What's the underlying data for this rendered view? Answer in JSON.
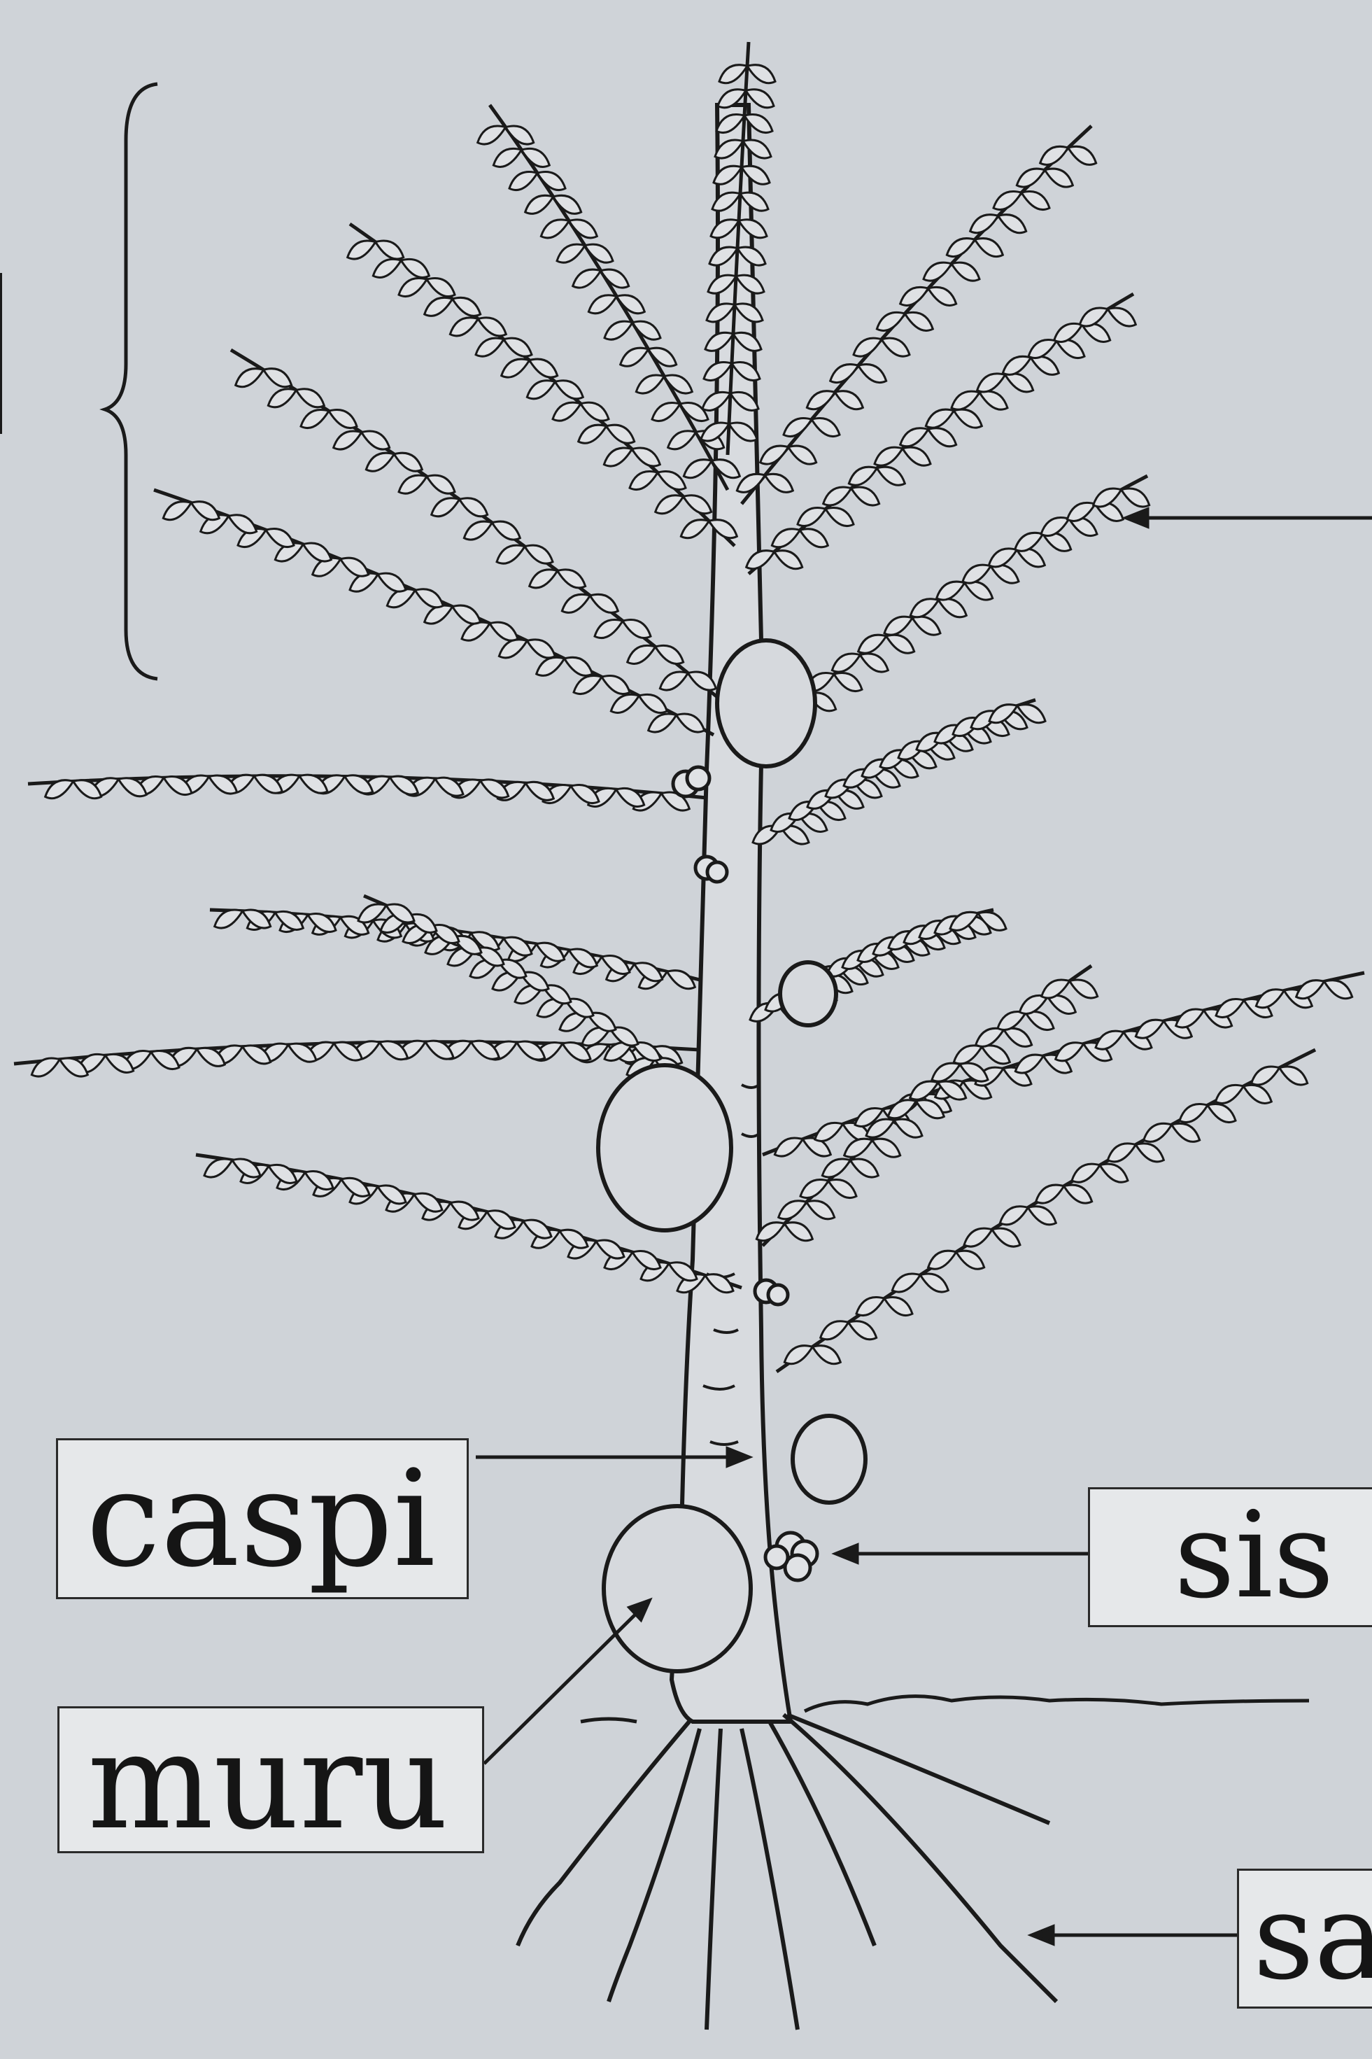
{
  "labels": {
    "trunk": "caspi",
    "fruit": "muru",
    "flower": "sis",
    "root": "sa"
  },
  "colors": {
    "background": "#cfd3d8",
    "ink": "#1a1a1a",
    "box_fill": "#e6e8ea"
  }
}
